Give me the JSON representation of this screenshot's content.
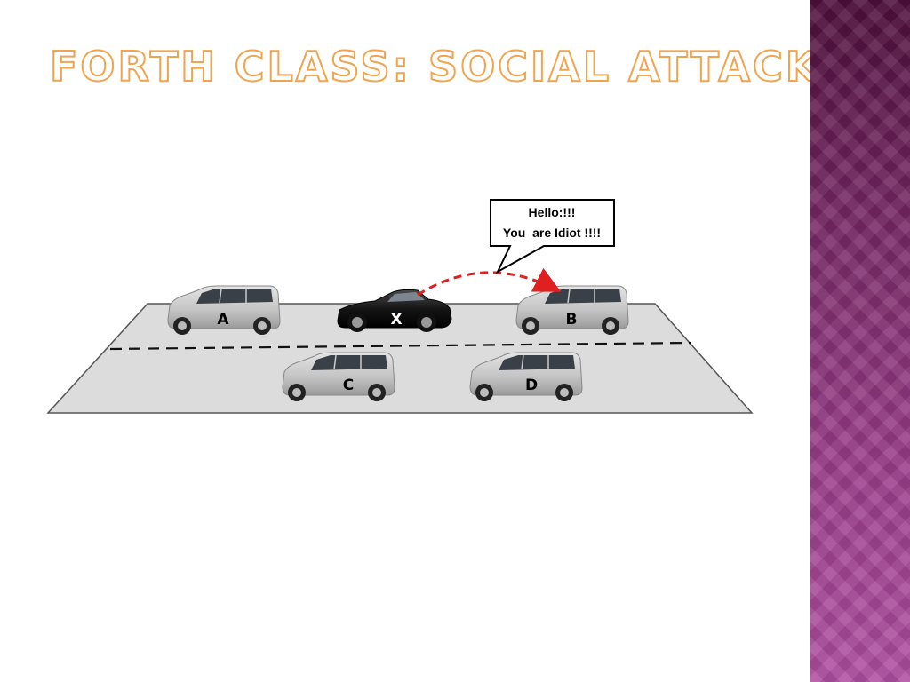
{
  "slide": {
    "title": "Forth Class: Social Attack",
    "accent_color": "#f0a44e",
    "side_band_color": "#9c3f8c"
  },
  "diagram": {
    "cars": [
      {
        "id": "A",
        "label": "A",
        "kind": "van",
        "color": "#c8c8c8"
      },
      {
        "id": "X",
        "label": "X",
        "kind": "sports-car",
        "color": "#1a1a1a"
      },
      {
        "id": "B",
        "label": "B",
        "kind": "van",
        "color": "#c8c8c8"
      },
      {
        "id": "C",
        "label": "C",
        "kind": "van",
        "color": "#c8c8c8"
      },
      {
        "id": "D",
        "label": "D",
        "kind": "van",
        "color": "#c8c8c8"
      }
    ],
    "message": {
      "from": "X",
      "to": "B",
      "line1": "Hello:!!!",
      "line2": "You  are Idiot !!!!",
      "arrow_color": "#e02020"
    }
  }
}
